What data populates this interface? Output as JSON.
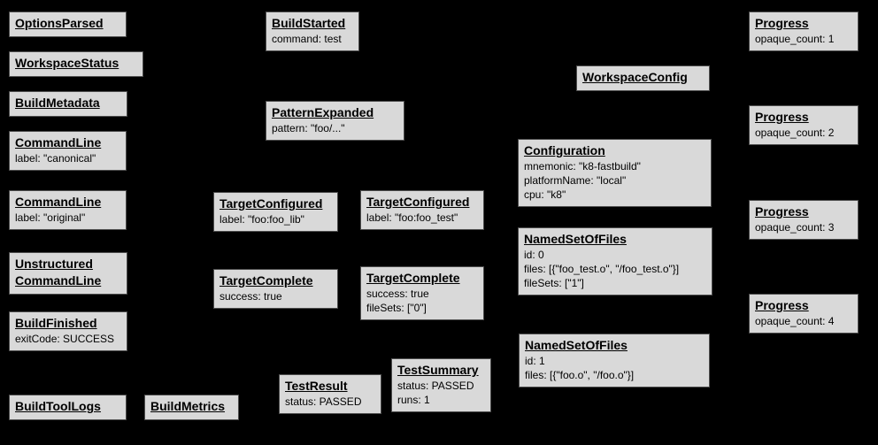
{
  "colors": {
    "background": "#000000",
    "box_fill": "#d9d9d9",
    "box_border": "#4d4d4d",
    "text": "#000000"
  },
  "boxes": {
    "options_parsed": {
      "title": "OptionsParsed",
      "lines": []
    },
    "workspace_status": {
      "title": "WorkspaceStatus",
      "lines": []
    },
    "build_metadata": {
      "title": "BuildMetadata",
      "lines": []
    },
    "command_line_canonical": {
      "title": "CommandLine",
      "lines": [
        "label: \"canonical\""
      ]
    },
    "command_line_original": {
      "title": "CommandLine",
      "lines": [
        "label: \"original\""
      ]
    },
    "unstructured_command_line": {
      "title": "Unstructured CommandLine",
      "lines": []
    },
    "build_finished": {
      "title": "BuildFinished",
      "lines": [
        "exitCode: SUCCESS"
      ]
    },
    "build_tool_logs": {
      "title": "BuildToolLogs",
      "lines": []
    },
    "build_metrics": {
      "title": "BuildMetrics",
      "lines": []
    },
    "build_started": {
      "title": "BuildStarted",
      "lines": [
        "command: test"
      ]
    },
    "pattern_expanded": {
      "title": "PatternExpanded",
      "lines": [
        "pattern: \"foo/...\""
      ]
    },
    "target_configured_lib": {
      "title": "TargetConfigured",
      "lines": [
        "label: \"foo:foo_lib\""
      ]
    },
    "target_configured_test": {
      "title": "TargetConfigured",
      "lines": [
        "label: \"foo:foo_test\""
      ]
    },
    "target_complete_lib": {
      "title": "TargetComplete",
      "lines": [
        "success: true"
      ]
    },
    "target_complete_test": {
      "title": "TargetComplete",
      "lines": [
        "success: true",
        "fileSets: [\"0\"]"
      ]
    },
    "test_result": {
      "title": "TestResult",
      "lines": [
        "status: PASSED"
      ]
    },
    "test_summary": {
      "title": "TestSummary",
      "lines": [
        "status: PASSED",
        "runs: 1"
      ]
    },
    "workspace_config": {
      "title": "WorkspaceConfig",
      "lines": []
    },
    "configuration": {
      "title": "Configuration",
      "lines": [
        "mnemonic: \"k8-fastbuild\"",
        "platformName: \"local\"",
        "cpu: \"k8\""
      ]
    },
    "named_set_of_files_0": {
      "title": "NamedSetOfFiles",
      "lines": [
        "id: 0",
        "files: [{\"foo_test.o\", \"/foo_test.o\"}]",
        "fileSets: [\"1\"]"
      ]
    },
    "named_set_of_files_1": {
      "title": "NamedSetOfFiles",
      "lines": [
        "id: 1",
        "files: [{\"foo.o\", \"/foo.o\"}]"
      ]
    },
    "progress_1": {
      "title": "Progress",
      "lines": [
        "opaque_count: 1"
      ]
    },
    "progress_2": {
      "title": "Progress",
      "lines": [
        "opaque_count: 2"
      ]
    },
    "progress_3": {
      "title": "Progress",
      "lines": [
        "opaque_count: 3"
      ]
    },
    "progress_4": {
      "title": "Progress",
      "lines": [
        "opaque_count: 4"
      ]
    }
  }
}
